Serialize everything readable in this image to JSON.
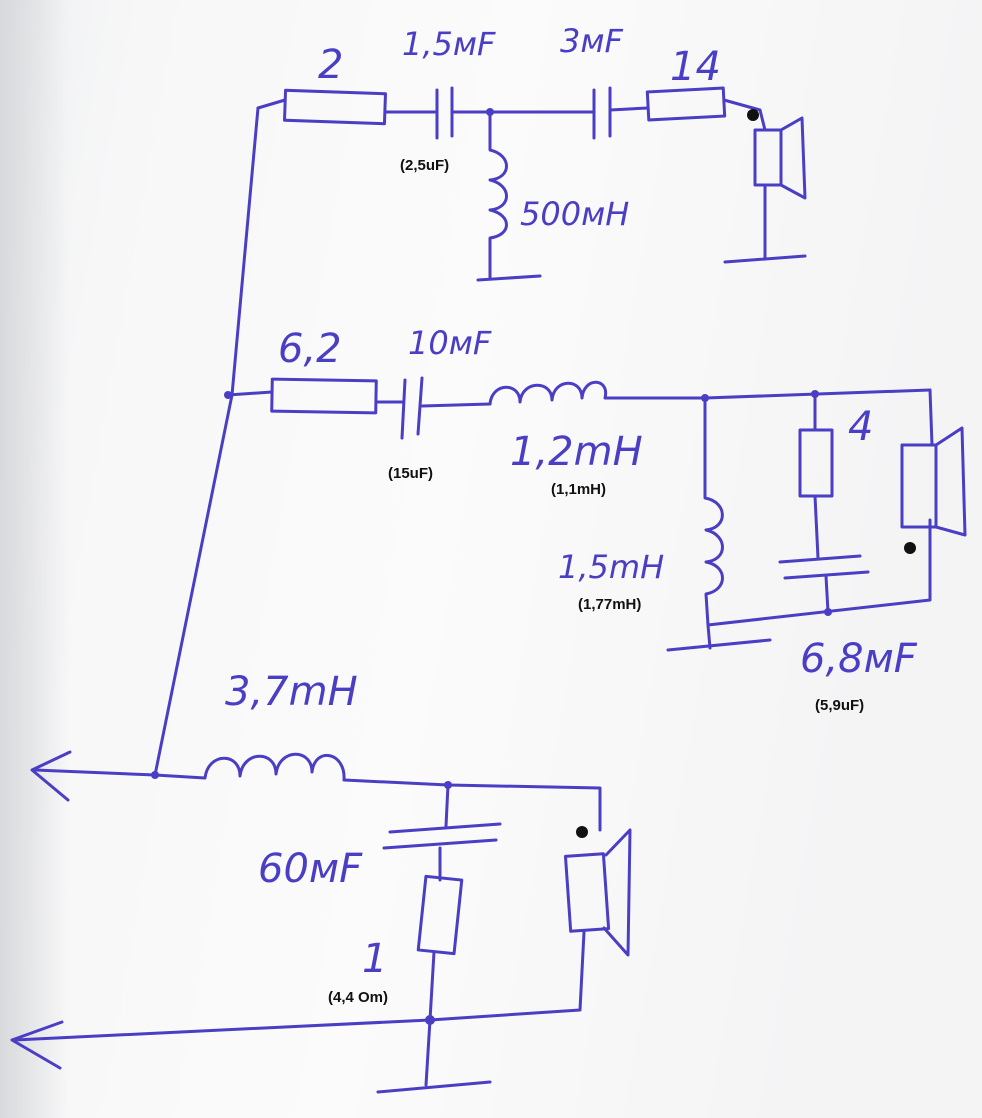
{
  "colors": {
    "ink": "#4a3fc4",
    "note": "#111111",
    "paper": "#f7f7f8"
  },
  "labels": {
    "r_2": "2",
    "c_15uF": "1,5мF",
    "c_3uF": "3мF",
    "r_14": "14",
    "note_2_5uF": "(2,5uF)",
    "l_500uH": "500мH",
    "r_6_2": "6,2",
    "c_10uF": "10мF",
    "note_15uF": "(15uF)",
    "l_1_2mH": "1,2mH",
    "note_1_1mH": "(1,1mH)",
    "r_4": "4",
    "l_1_5mH": "1,5mH",
    "note_1_77mH": "(1,77mH)",
    "c_6_8uF": "6,8мF",
    "note_5_9uF": "(5,9uF)",
    "l_3_7mH": "3,7mH",
    "c_60uF": "60мF",
    "r_1": "1",
    "note_4_4Om": "(4,4 Om)"
  }
}
